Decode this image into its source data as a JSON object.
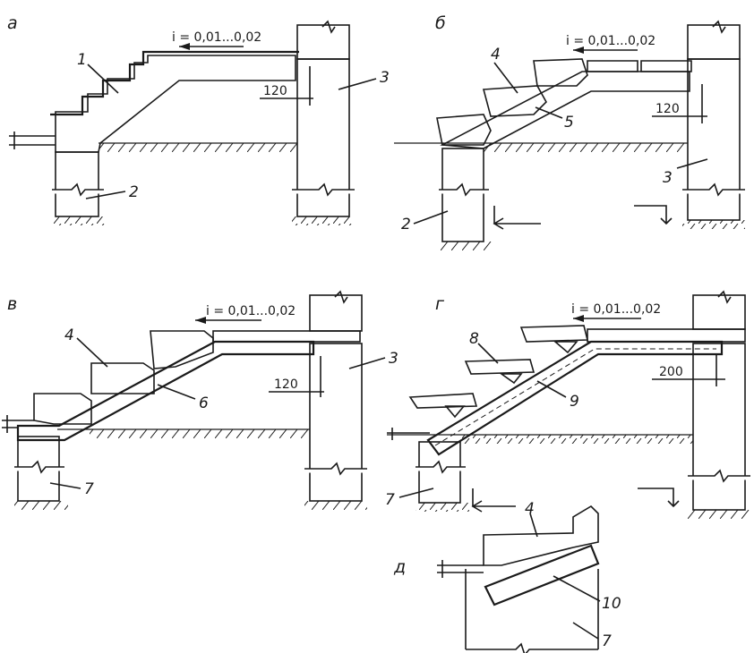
{
  "panels": {
    "a": {
      "letter": "а",
      "slope": "i = 0,01...0,02",
      "dimension": "120",
      "labels": [
        "1",
        "2",
        "3"
      ]
    },
    "b": {
      "letter": "б",
      "slope": "i = 0,01...0,02",
      "dimension": "120",
      "labels": [
        "4",
        "5",
        "3",
        "2"
      ]
    },
    "v": {
      "letter": "в",
      "slope": "i = 0,01...0,02",
      "dimension": "120",
      "labels": [
        "4",
        "6",
        "3",
        "7"
      ]
    },
    "g": {
      "letter": "г",
      "slope": "i = 0,01...0,02",
      "dimension": "200",
      "labels": [
        "8",
        "9",
        "7"
      ]
    },
    "d": {
      "letter": "д",
      "labels": [
        "4",
        "10",
        "7"
      ]
    }
  }
}
